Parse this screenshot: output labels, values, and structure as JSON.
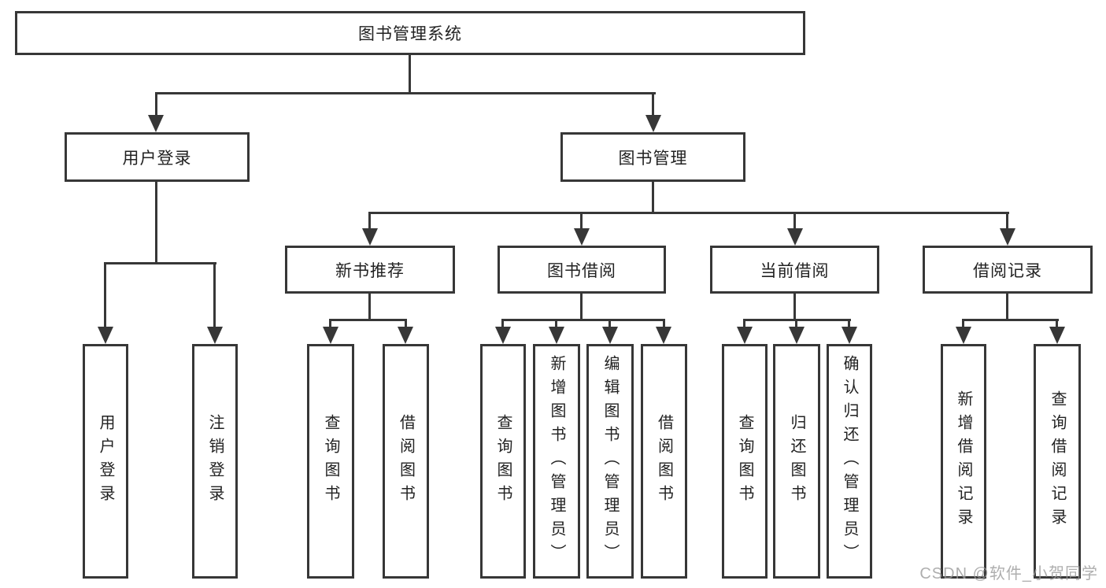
{
  "tree": {
    "label": "图书管理系统",
    "children": [
      {
        "label": "用户登录",
        "children": [
          {
            "label": "用户登录"
          },
          {
            "label": "注销登录"
          }
        ]
      },
      {
        "label": "图书管理",
        "children": [
          {
            "label": "新书推荐",
            "children": [
              {
                "label": "查询图书"
              },
              {
                "label": "借阅图书"
              }
            ]
          },
          {
            "label": "图书借阅",
            "children": [
              {
                "label": "查询图书"
              },
              {
                "label": "新增图书（管理员）"
              },
              {
                "label": "编辑图书（管理员）"
              },
              {
                "label": "借阅图书"
              }
            ]
          },
          {
            "label": "当前借阅",
            "children": [
              {
                "label": "查询图书"
              },
              {
                "label": "归还图书"
              },
              {
                "label": "确认归还（管理员）"
              }
            ]
          },
          {
            "label": "借阅记录",
            "children": [
              {
                "label": "新增借阅记录"
              },
              {
                "label": "查询借阅记录"
              }
            ]
          }
        ]
      }
    ]
  },
  "watermark": {
    "text": "CSDN @软件_小贺同学"
  },
  "colors": {
    "line": "#373737",
    "text": "#222222",
    "background": "#ffffff",
    "watermark": "#9b9b9b"
  }
}
